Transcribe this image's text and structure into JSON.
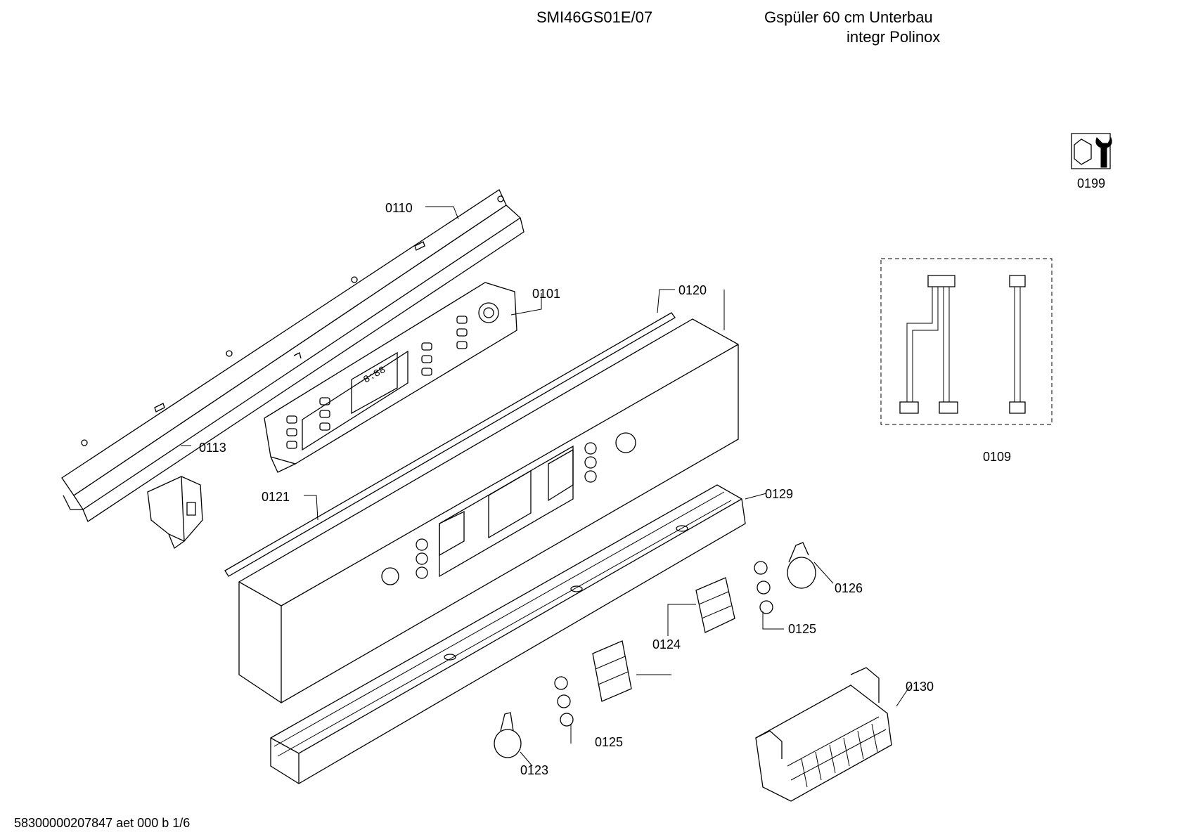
{
  "header": {
    "model": "SMI46GS01E/07",
    "description_line1": "Gspüler 60 cm Unterbau",
    "description_line2": "integr Polinox"
  },
  "parts": [
    {
      "id": "0199"
    },
    {
      "id": "0110"
    },
    {
      "id": "0101"
    },
    {
      "id": "0120"
    },
    {
      "id": "0113"
    },
    {
      "id": "0121"
    },
    {
      "id": "0109"
    },
    {
      "id": "0129"
    },
    {
      "id": "0126"
    },
    {
      "id": "0125"
    },
    {
      "id": "0124"
    },
    {
      "id": "0130"
    },
    {
      "id": "0125"
    },
    {
      "id": "0123"
    }
  ],
  "footer": {
    "document_id": "58300000207847 aet 000 b 1/6"
  }
}
